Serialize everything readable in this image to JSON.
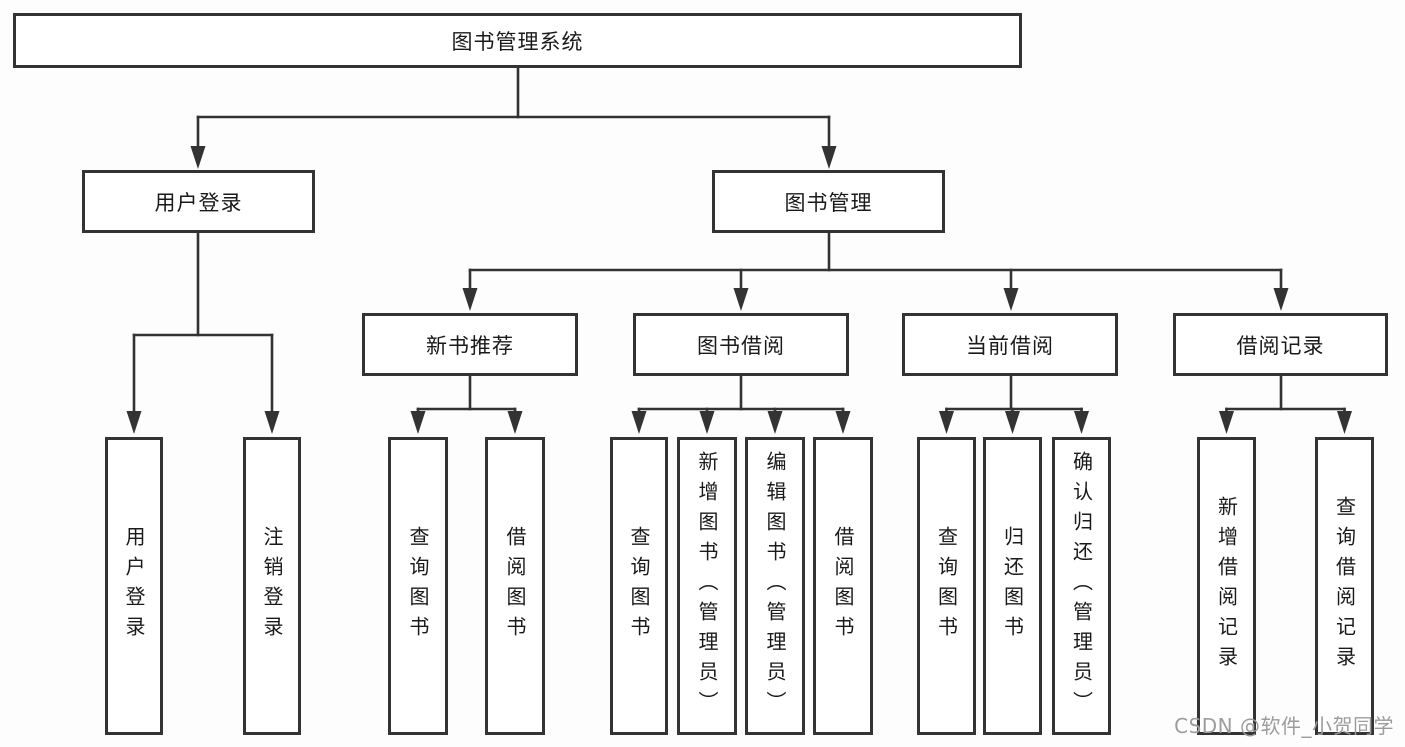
{
  "tree": {
    "label": "图书管理系统",
    "children": [
      {
        "label": "用户登录",
        "children": [
          {
            "label": "用户登录"
          },
          {
            "label": "注销登录"
          }
        ]
      },
      {
        "label": "图书管理",
        "children": [
          {
            "label": "新书推荐",
            "children": [
              {
                "label": "查询图书"
              },
              {
                "label": "借阅图书"
              }
            ]
          },
          {
            "label": "图书借阅",
            "children": [
              {
                "label": "查询图书"
              },
              {
                "label": "新增图书（管理员）"
              },
              {
                "label": "编辑图书（管理员）"
              },
              {
                "label": "借阅图书"
              }
            ]
          },
          {
            "label": "当前借阅",
            "children": [
              {
                "label": "查询图书"
              },
              {
                "label": "归还图书"
              },
              {
                "label": "确认归还（管理员）"
              }
            ]
          },
          {
            "label": "借阅记录",
            "children": [
              {
                "label": "新增借阅记录"
              },
              {
                "label": "查询借阅记录"
              }
            ]
          }
        ]
      }
    ]
  },
  "watermark": "CSDN @软件_小贺同学",
  "colors": {
    "line": "#333333",
    "text": "#1a1a1a",
    "watermark": "#9c9c9c",
    "background": "#fdfdfd"
  }
}
